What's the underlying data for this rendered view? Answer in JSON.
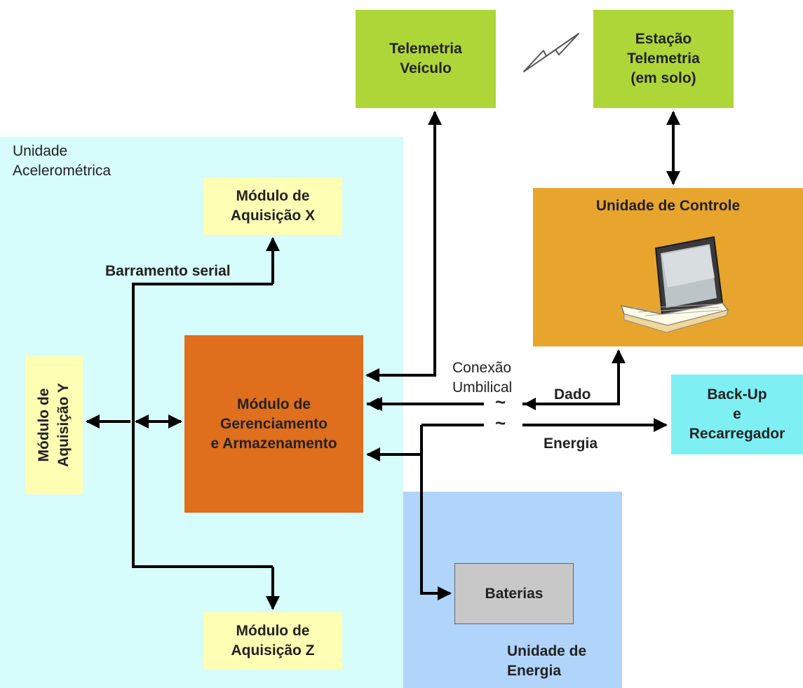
{
  "colors": {
    "accelerometric_region": "#d6fcfc",
    "energy_region": "#b0d4fa",
    "telemetry_box": "#aed638",
    "control_unit": "#e8a52e",
    "acquisition_box": "#ffffb4",
    "management_box": "#df6e1d",
    "backup_box": "#7ef0f4",
    "battery_box": "#c8c8c8",
    "wire": "#000000"
  },
  "regions": {
    "accelerometric_unit": "Unidade\nAcelerométrica",
    "energy_unit": "Unidade de\nEnergia"
  },
  "boxes": {
    "telemetry_vehicle": "Telemetria\nVeículo",
    "telemetry_station": "Estação\nTelemetria\n(em solo)",
    "control_unit": "Unidade de Controle",
    "control_unit_icon": "laptop-icon",
    "acquisition_x": "Módulo de\nAquisição X",
    "acquisition_y": "Módulo de\nAquisição Y",
    "acquisition_z": "Módulo de\nAquisição Z",
    "management": "Módulo de\nGerenciamento\ne Armazenamento",
    "backup": "Back-Up\ne\nRecarregador",
    "batteries": "Baterias"
  },
  "labels": {
    "serial_bus": "Barramento serial",
    "umbilical": "Conexão\nUmbilical",
    "data": "Dado",
    "energy": "Energia",
    "tilde_upper": "~",
    "tilde_lower": "~"
  },
  "icons": {
    "wireless_link": "lightning-bolt-icon"
  }
}
